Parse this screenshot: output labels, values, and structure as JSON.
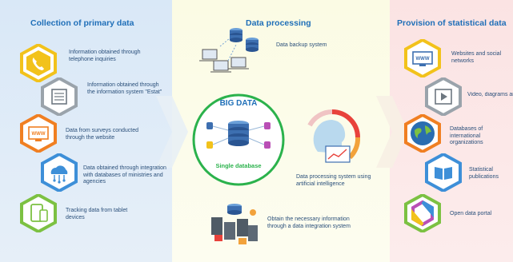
{
  "columns": {
    "left_title": "Collection of primary data",
    "mid_title": "Data processing",
    "right_title": "Provision of statistical data"
  },
  "left_items": [
    {
      "icon": "phone-icon",
      "text": "Information obtained through telephone inquiries"
    },
    {
      "icon": "document-icon",
      "text": "Information obtained through the information system \"Estat\""
    },
    {
      "icon": "www-icon",
      "text": "Data from surveys conducted through the website"
    },
    {
      "icon": "cloud-network-icon",
      "text": "Data obtained through integration with databases of ministries and agencies"
    },
    {
      "icon": "tablet-icon",
      "text": "Tracking data from tablet devices"
    }
  ],
  "middle": {
    "backup_label": "Data backup system",
    "big_data_label": "BIG DATA",
    "single_db_label": "Single database",
    "ai_label": "Data processing system using artificial intelligence",
    "integration_label": "Obtain the necessary information through a data integration system"
  },
  "right_items": [
    {
      "icon": "www-icon",
      "text": "Websites and social networks"
    },
    {
      "icon": "video-icon",
      "text": "Video, diagrams and infographics"
    },
    {
      "icon": "globe-icon",
      "text": "Databases of international organizations"
    },
    {
      "icon": "book-icon",
      "text": "Statistical publications"
    },
    {
      "icon": "open-data-icon",
      "text": "Open data portal"
    }
  ],
  "colors": {
    "left_bg": "#d9e8f7",
    "mid_bg": "#fbfbe4",
    "right_bg": "#fbe3e3",
    "title": "#1f6fb8",
    "big_data_ring": "#2bb24c",
    "big_data_text": "#1f6fb8",
    "single_db_text": "#2bb24c",
    "hex_yellow": "#f2c21b",
    "hex_gray": "#9aa3ab",
    "hex_orange": "#f07f22",
    "hex_blue": "#3d8fd8",
    "hex_green": "#7cc142"
  }
}
